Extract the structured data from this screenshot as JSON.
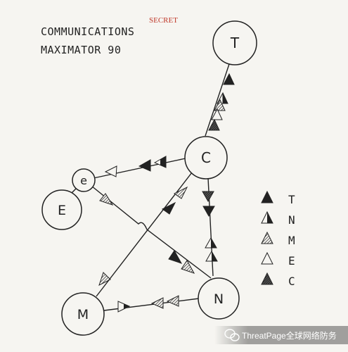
{
  "header": {
    "title_line1": "COMMUNICATIONS",
    "title_line2": "MAXIMATOR 90",
    "classification": "SECRET"
  },
  "nodes": [
    {
      "id": "T",
      "label": "T"
    },
    {
      "id": "C",
      "label": "C"
    },
    {
      "id": "e",
      "label": "e"
    },
    {
      "id": "E",
      "label": "E"
    },
    {
      "id": "M",
      "label": "M"
    },
    {
      "id": "N",
      "label": "N"
    }
  ],
  "legend": [
    {
      "letter": "T",
      "fill": "full"
    },
    {
      "letter": "N",
      "fill": "half"
    },
    {
      "letter": "M",
      "fill": "hatched"
    },
    {
      "letter": "E",
      "fill": "outline"
    },
    {
      "letter": "C",
      "fill": "hatched-dark"
    }
  ],
  "watermark": {
    "text": "ThreatPage全球网络防务",
    "icon": "wechat-icon"
  },
  "colors": {
    "ink": "#222222",
    "secret_red": "#c0392b",
    "paper": "#f6f5f1"
  }
}
